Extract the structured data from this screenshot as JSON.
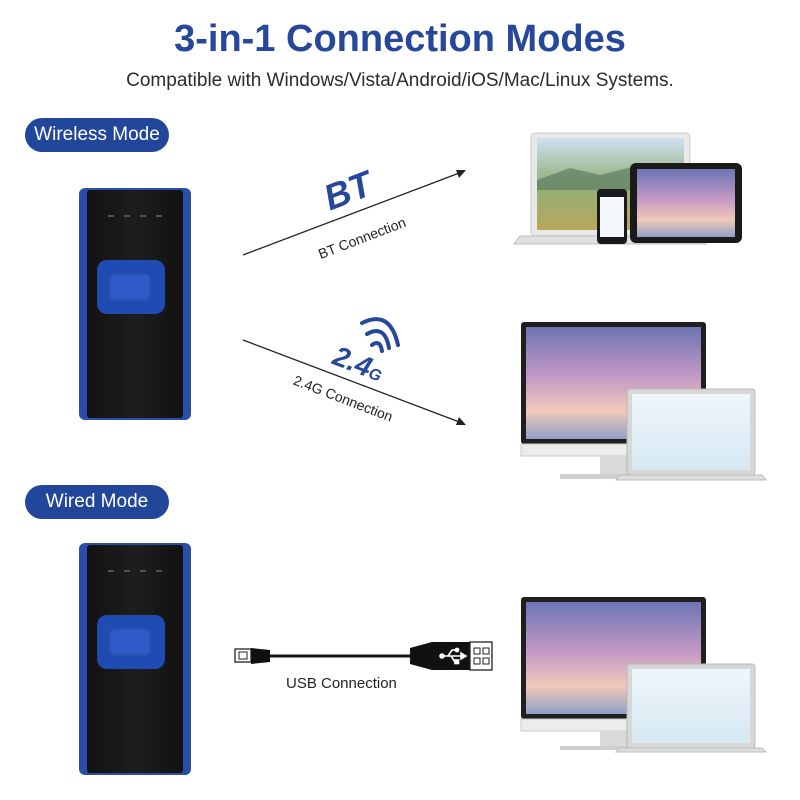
{
  "header": {
    "title": "3-in-1 Connection Modes",
    "subtitle": "Compatible with Windows/Vista/Android/iOS/Mac/Linux Systems."
  },
  "modes": {
    "wireless_label": "Wireless Mode",
    "wired_label": "Wired Mode"
  },
  "connections": {
    "bt_title": "BT",
    "bt_label": "BT Connection",
    "g24_title": "2.4",
    "g24_suffix": "G",
    "g24_label": "2.4G Connection",
    "usb_label": "USB Connection"
  },
  "colors": {
    "brand_blue": "#26479a",
    "pill_blue": "#22479a"
  },
  "icons": [
    "arrow-icon",
    "wifi-icon",
    "usb-icon"
  ]
}
